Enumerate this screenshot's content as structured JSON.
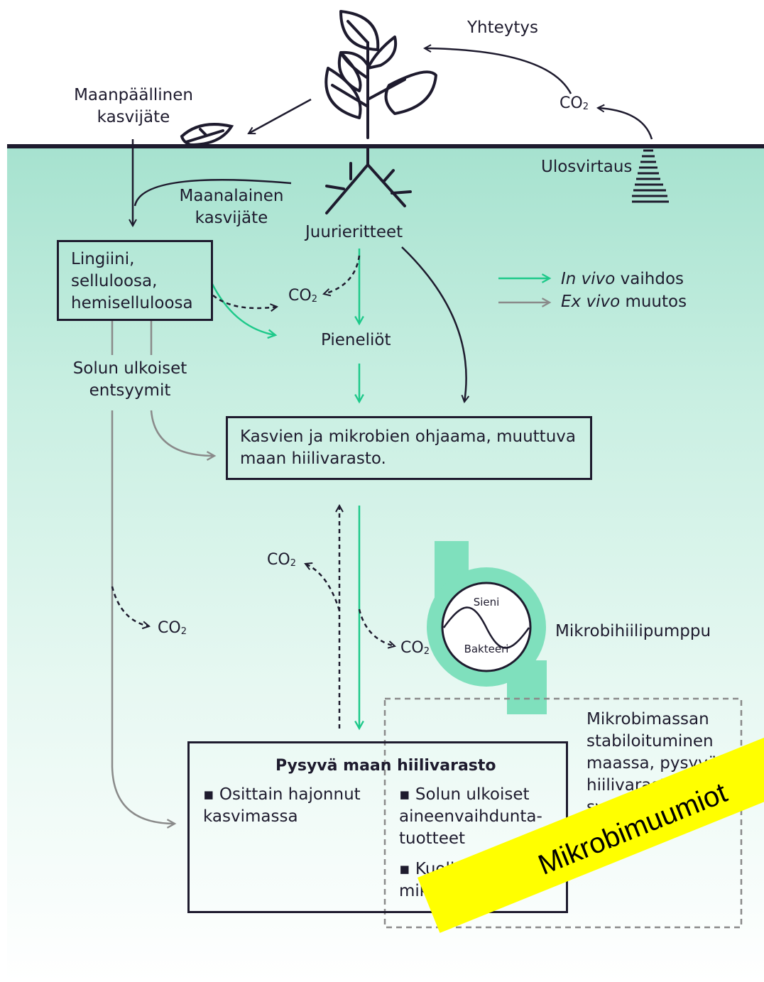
{
  "labels": {
    "yhteytys": "Yhteytys",
    "co2_top": "CO",
    "maanpaallinen": [
      "Maanpäällinen",
      "kasvijäte"
    ],
    "ulosvirtaus": "Ulosvirtaus",
    "maanalainen": [
      "Maanalainen",
      "kasvijäte"
    ],
    "juurieritteet": "Juurieritteet",
    "lingiini_box": [
      "Lingiini,",
      "selluloosa,",
      "hemiselluloosa"
    ],
    "co2_mid": "CO",
    "pieneliot": "Pieneliöt",
    "solun": [
      "Solun ulkoiset",
      "entsyymit"
    ],
    "kasvien_box": [
      "Kasvien ja mikrobien ohjaama, muuttuva",
      "maan hiilivarasto."
    ],
    "co2_left": "CO",
    "co2_low": "CO",
    "co2_right": "CO",
    "sieni": "Sieni",
    "bakteeri": "Bakteeri",
    "mikrobihiilipumppu": "Mikrobihiilipumppu",
    "mikrobimassan": [
      "Mikrobimassan",
      "stabiloituminen",
      "maassa, pysyvän",
      "hiilivaraston",
      "syntyminen"
    ],
    "pysyva_title": "Pysyvä maan hiilivarasto",
    "pysyva_col1": [
      "▪ Osittain hajonnut",
      "kasvimassa"
    ],
    "pysyva_col2": [
      "▪ Solun ulkoiset",
      "aineenvaihdunta-",
      "tuotteet",
      "▪ Kuollut",
      "mikrobimassa"
    ],
    "mikrobimuumiot": "Mikrobimuumiot"
  },
  "co2_subscript": "2",
  "legend": {
    "in_vivo_italic": "In vivo",
    "in_vivo_rest": " vaihdos",
    "ex_vivo_italic": "Ex vivo",
    "ex_vivo_rest": " muutos"
  },
  "colors": {
    "green": "#1ec98a",
    "grey": "#8a8a8a",
    "dark": "#1e1b2e",
    "soil_top": "#a6e2cf",
    "pump": "#7fe0bd",
    "highlight": "#ffff00"
  }
}
